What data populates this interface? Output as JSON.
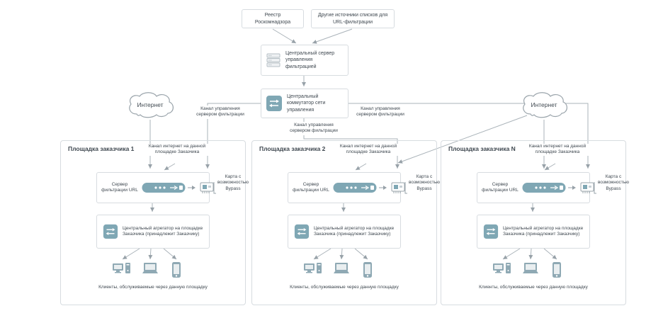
{
  "colors": {
    "teal": "#7fa7b4",
    "line": "#a9b2b9",
    "border": "#d7dce0",
    "text": "#3f4850"
  },
  "top_sources": {
    "registry": "Реестр Роскомнадзора",
    "other": "Другие источники списков для URL-фильтрации"
  },
  "central": {
    "server": "Центральный сервер управления фильтрацией",
    "switch": "Центральный коммутатор сети управления"
  },
  "internet": {
    "left": "Интернет",
    "right": "Интернет"
  },
  "channels": {
    "mgmt_left": "Канал управления сервером фильтрации",
    "mgmt_mid": "Канал управления сервером фильтрации",
    "mgmt_right": "Канал управления сервером фильтрации"
  },
  "sites": [
    {
      "title": "Площадка заказчика 1",
      "internet_channel": "Канал интернет на данной площадке Заказчика",
      "filter_server": "Сервер фильтрации URL",
      "bypass_card": "Карта с возможностью Bypass",
      "aggregator": "Центральный агрегатор на площадке Заказчика (принадлежит Заказчику)",
      "clients": "Клиенты, обслуживаемые через данную площадку"
    },
    {
      "title": "Площадка заказчика 2",
      "internet_channel": "Канал интернет на данной площадке Заказчика",
      "filter_server": "Сервер фильтрации URL",
      "bypass_card": "Карта с возможностью Bypass",
      "aggregator": "Центральный агрегатор на площадке Заказчика (принадлежит Заказчику)",
      "clients": "Клиенты, обслуживаемые через данную площадку"
    },
    {
      "title": "Площадка заказчика N",
      "internet_channel": "Канал интернет на данной площадке Заказчика",
      "filter_server": "Сервер фильтрации URL",
      "bypass_card": "Карта с возможностью Bypass",
      "aggregator": "Центральный агрегатор на площадке Заказчика (принадлежит Заказчику)",
      "clients": "Клиенты, обслуживаемые через данную площадку"
    }
  ]
}
